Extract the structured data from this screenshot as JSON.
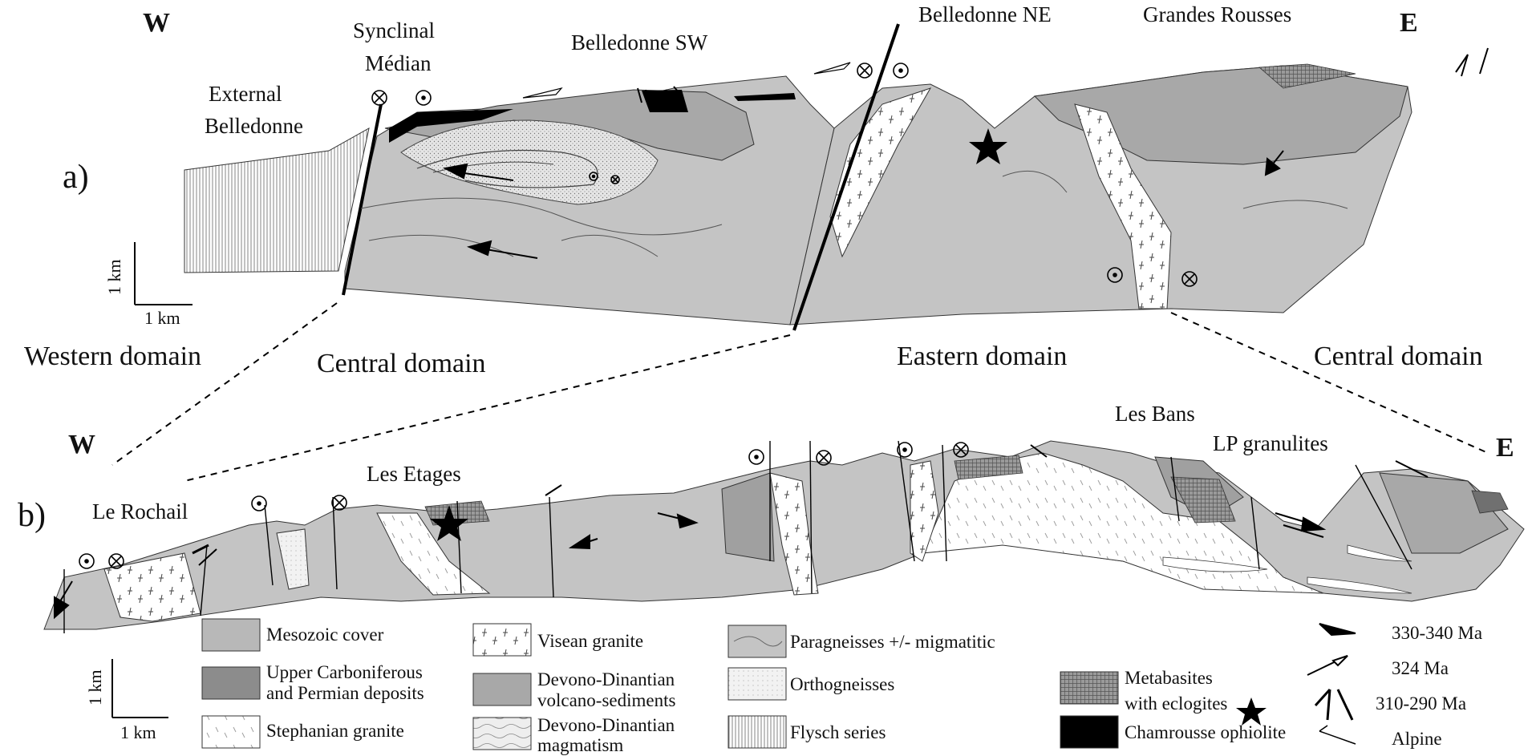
{
  "section_a": {
    "panel_label": "a)",
    "west": "W",
    "east": "E",
    "places": {
      "synclinal": "Synclinal",
      "median": "Médian",
      "belledonne_sw": "Belledonne SW",
      "belledonne_ne": "Belledonne NE",
      "grandes_rousses": "Grandes Rousses",
      "external_1": "External",
      "external_2": "Belledonne"
    },
    "scale_v": "1 km",
    "scale_h": "1 km"
  },
  "domains": {
    "western": "Western domain",
    "central_left": "Central domain",
    "eastern": "Eastern domain",
    "central_right": "Central domain"
  },
  "section_b": {
    "panel_label": "b)",
    "west": "W",
    "east": "E",
    "places": {
      "le_rochail": "Le Rochail",
      "les_etages": "Les Etages",
      "les_bans": "Les Bans",
      "lp_granulites": "LP granulites"
    },
    "scale_v": "1 km",
    "scale_h": "1 km"
  },
  "legend": {
    "mesozoic": "Mesozoic cover",
    "upper_carb_1": "Upper Carboniferous",
    "upper_carb_2": "and Permian deposits",
    "stephanian": "Stephanian granite",
    "visean": "Visean granite",
    "devono_volc_1": "Devono-Dinantian",
    "devono_volc_2": "volcano-sediments",
    "devono_magm_1": "Devono-Dinantian",
    "devono_magm_2": "magmatism",
    "paragneisses": "Paragneisses +/- migmatitic",
    "orthogneisses": "Orthogneisses",
    "flysch": "Flysch series",
    "metabasites_1": "Metabasites",
    "metabasites_2": "with eclogites",
    "ophiolite": "Chamrousse ophiolite"
  },
  "kinematics": {
    "age_1": "330-340 Ma",
    "age_2": "324 Ma",
    "age_3": "310-290  Ma",
    "age_4": "Alpine"
  },
  "colors": {
    "paragneiss_grey": "#c4c4c4",
    "volcano_sed_grey": "#a8a8a8",
    "mesozoic_grey": "#b8b8b8",
    "upper_carb_grey": "#8c8c8c",
    "ophiolite_black": "#000000",
    "granite_white": "#ffffff"
  }
}
